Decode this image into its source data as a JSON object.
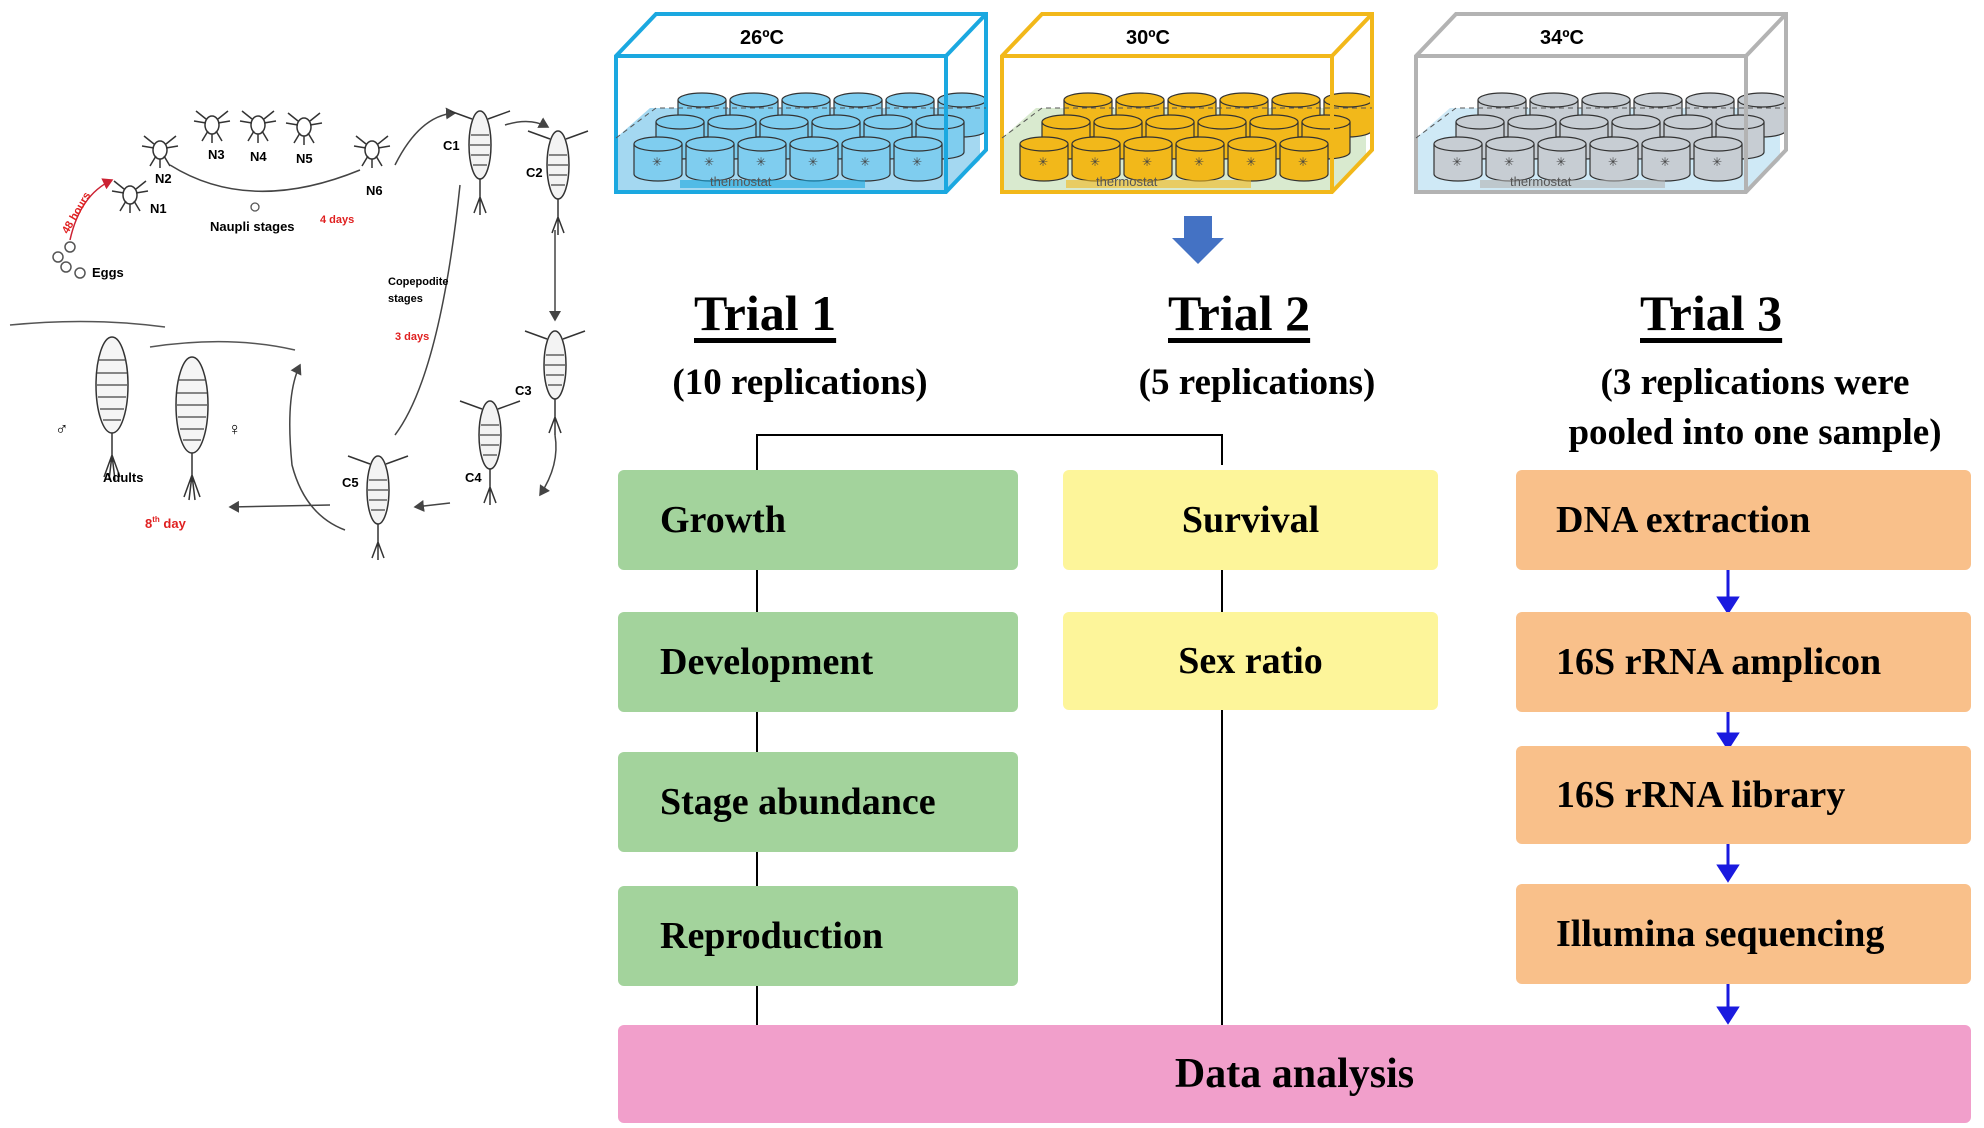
{
  "tanks": [
    {
      "temp": "26ºC",
      "label": "thermostat",
      "color": "#1ba8e0",
      "fill": "#7fcdef",
      "water": "#5ab8e6"
    },
    {
      "temp": "30ºC",
      "label": "thermostat",
      "color": "#f2b81a",
      "fill": "#f2b81a",
      "water": "#b9d8a8"
    },
    {
      "temp": "34ºC",
      "label": "thermostat",
      "color": "#b3b3b3",
      "fill": "#c7cdd3",
      "water": "#a7d7ef"
    }
  ],
  "life_cycle": {
    "nauplii": [
      "N1",
      "N2",
      "N3",
      "N4",
      "N5",
      "N6"
    ],
    "copepodites": [
      "C1",
      "C2",
      "C3",
      "C4",
      "C5"
    ],
    "eggs_label": "Eggs",
    "nauplii_label": "Naupli stages",
    "copepodite_label": "Copepodite stages",
    "adults_label": "Adults",
    "egg_time": "48 hours",
    "nauplii_time": "4 days",
    "copepodite_time": "3 days",
    "adult_time_num": "8",
    "adult_time_sup": "th",
    "adult_time_unit": " day",
    "male_symbol": "♂",
    "female_symbol": "♀"
  },
  "trials": [
    {
      "title": "Trial 1",
      "subtitle": "(10 replications)"
    },
    {
      "title": "Trial 2",
      "subtitle": "(5 replications)"
    },
    {
      "title": "Trial 3",
      "subtitle_line1": "(3 replications were",
      "subtitle_line2": "pooled into one sample)"
    }
  ],
  "trial1_boxes": [
    "Growth",
    "Development",
    "Stage abundance",
    "Reproduction"
  ],
  "trial2_boxes": [
    "Survival",
    "Sex ratio"
  ],
  "trial3_boxes": [
    "DNA extraction",
    "16S rRNA amplicon",
    "16S rRNA library",
    "Illumina sequencing"
  ],
  "final_box": "Data analysis",
  "colors": {
    "green": "#a3d39c",
    "yellow": "#fdf59a",
    "orange": "#f9c08a",
    "pink": "#f19fcb",
    "arrow_blue": "#1a1adf",
    "down_arrow": "#4472c4",
    "red_text": "#e02020"
  }
}
